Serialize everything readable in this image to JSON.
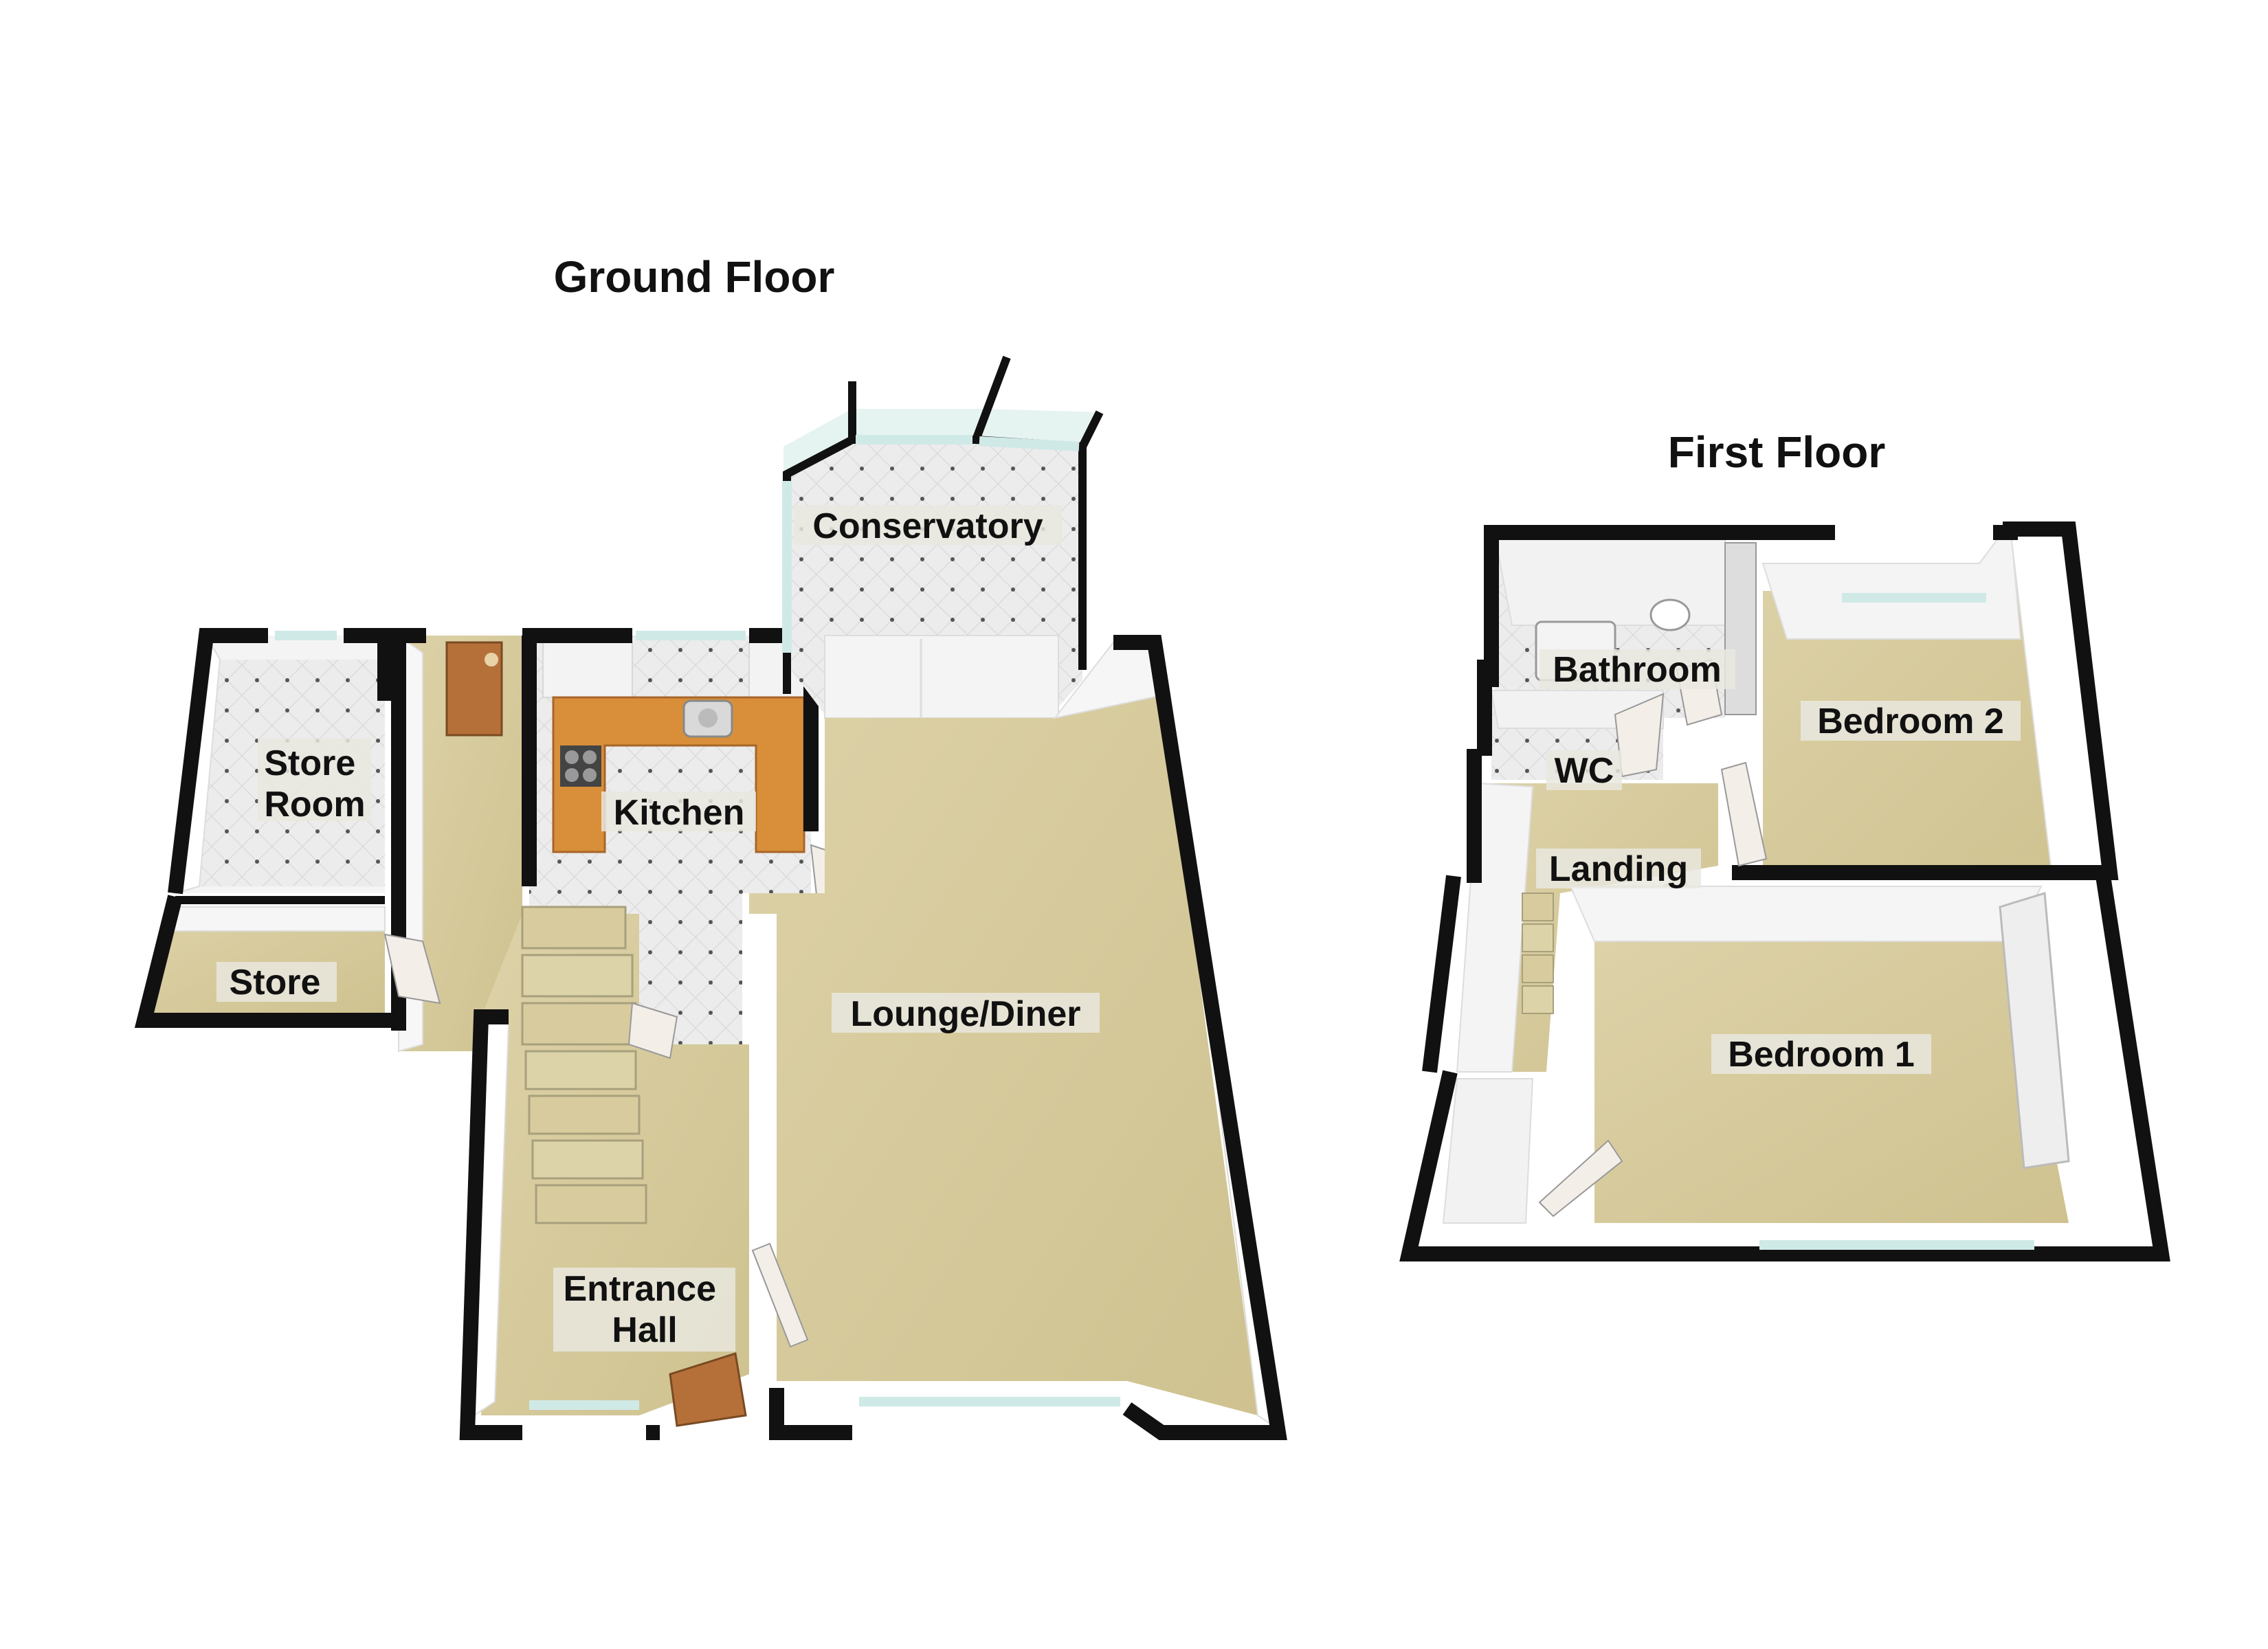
{
  "floors": [
    {
      "title": "Ground Floor",
      "rooms": [
        {
          "id": "store-room",
          "label": "Store\nRoom",
          "floor": "tile"
        },
        {
          "id": "store",
          "label": "Store",
          "floor": "carpet"
        },
        {
          "id": "kitchen",
          "label": "Kitchen",
          "floor": "tile"
        },
        {
          "id": "conservatory",
          "label": "Conservatory",
          "floor": "tile"
        },
        {
          "id": "lounge-diner",
          "label": "Lounge/Diner",
          "floor": "carpet"
        },
        {
          "id": "entrance-hall",
          "label": "Entrance\nHall",
          "floor": "carpet"
        }
      ]
    },
    {
      "title": "First Floor",
      "rooms": [
        {
          "id": "bathroom",
          "label": "Bathroom",
          "floor": "tile"
        },
        {
          "id": "wc",
          "label": "WC",
          "floor": "tile"
        },
        {
          "id": "landing",
          "label": "Landing",
          "floor": "carpet"
        },
        {
          "id": "bedroom-2",
          "label": "Bedroom 2",
          "floor": "carpet"
        },
        {
          "id": "bedroom-1",
          "label": "Bedroom 1",
          "floor": "carpet"
        }
      ]
    }
  ],
  "colors": {
    "wall": "#111111",
    "carpet": "#d8cc9e",
    "tile": "#e8e8e8",
    "worktop": "#d98f3a",
    "door": "#b5703a",
    "window": "#cfe9e7"
  }
}
